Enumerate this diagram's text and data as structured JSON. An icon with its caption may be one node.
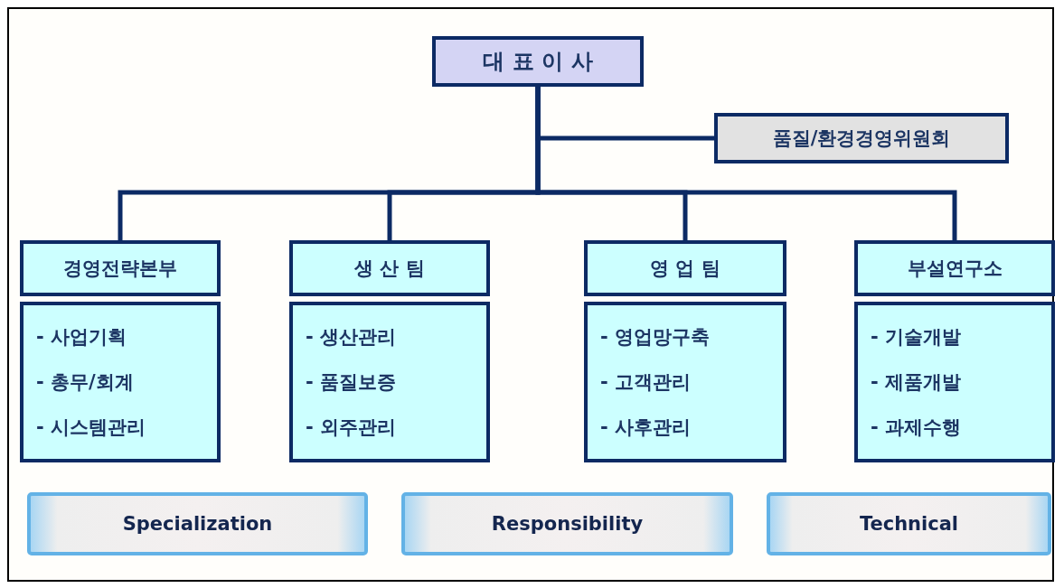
{
  "diagram": {
    "nodes": [
      {
        "text": [
          "대 표 이 사"
        ]
      },
      {
        "text": [
          "품질/환경경영위원회"
        ]
      },
      {
        "text": [
          "경영전략본부"
        ]
      },
      {
        "text": [
          "- 사업기획",
          "- 총무/회계",
          "- 시스템관리"
        ]
      },
      {
        "text": [
          "생 산 팀"
        ]
      },
      {
        "text": [
          "- 생산관리",
          "- 품질보증",
          "- 외주관리"
        ]
      },
      {
        "text": [
          "영 업 팀"
        ]
      },
      {
        "text": [
          "- 영업망구축",
          "- 고객관리",
          "- 사후관리"
        ]
      },
      {
        "text": [
          "부설연구소"
        ]
      },
      {
        "text": [
          "- 기술개발",
          "- 제품개발",
          "- 과제수행"
        ]
      },
      {
        "text": [
          "Specialization"
        ]
      },
      {
        "text": [
          "Responsibility"
        ]
      },
      {
        "text": [
          "Technical"
        ]
      }
    ],
    "edges": [
      {
        "from": 0,
        "to": 1,
        "arrow": "none"
      },
      {
        "from": 0,
        "to": 2,
        "arrow": "none"
      },
      {
        "from": 0,
        "to": 4,
        "arrow": "none"
      },
      {
        "from": 0,
        "to": 6,
        "arrow": "none"
      },
      {
        "from": 0,
        "to": 8,
        "arrow": "none"
      }
    ]
  }
}
